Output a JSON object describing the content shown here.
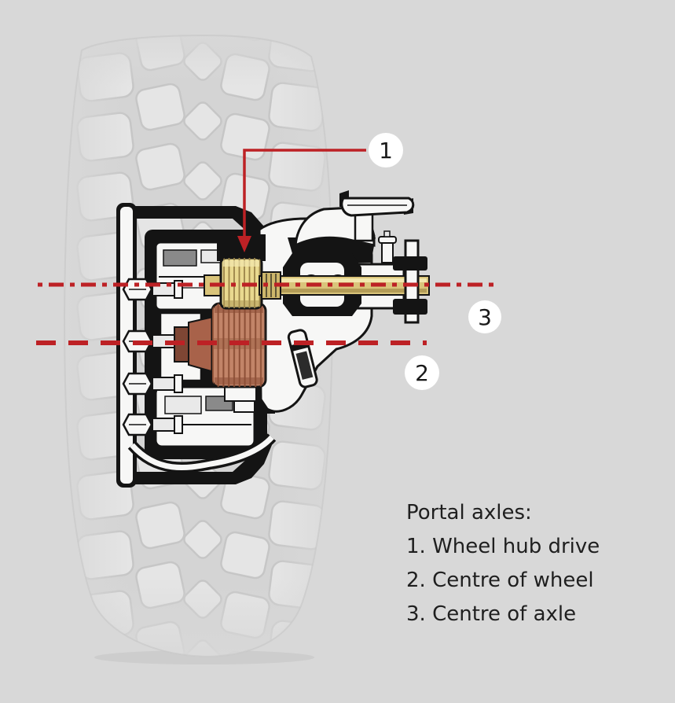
{
  "colors": {
    "background": "#d8d8d8",
    "annotation_red": "#bd2125",
    "ink": "#141414",
    "metal_white": "#f7f7f6",
    "gear_yellow": "#e9d98f",
    "gear_yellow_shade": "#9a8448",
    "shaft_gold": "#d9c47a",
    "shaft_gold_light": "#f2e7ae",
    "shaft_gold_dark": "#a9924f",
    "gear_copper": "#c28468",
    "gear_copper_shade": "#8c4f36",
    "hub_brown": "#a8624a",
    "hub_brown_dark": "#7e4634",
    "tire_base": "#d4d4d4",
    "tire_block": "#e5e5e5",
    "tire_groove": "#c6c6c6",
    "text": "#1f1f1f",
    "callout_bg": "#ffffff"
  },
  "callouts": {
    "one": "1",
    "two": "2",
    "three": "3"
  },
  "legend": {
    "title": "Portal axles:",
    "items": [
      {
        "text": "1. Wheel hub drive"
      },
      {
        "text": "2. Centre of wheel"
      },
      {
        "text": "3. Centre of axle"
      }
    ]
  }
}
